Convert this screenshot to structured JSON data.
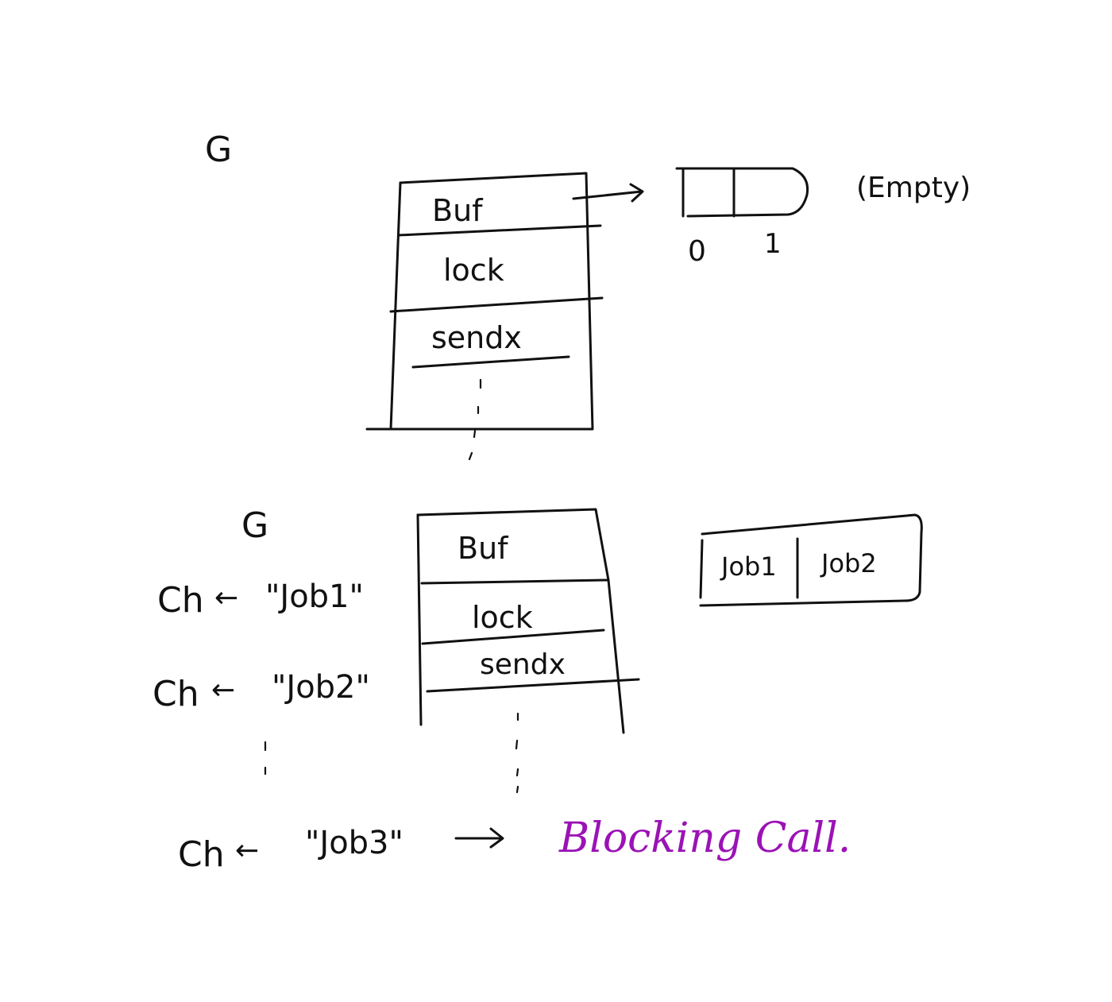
{
  "top": {
    "goroutine_label": "G",
    "struct_fields": [
      "Buf",
      "lock",
      "sendx"
    ],
    "buffer_indices": [
      "0",
      "1"
    ],
    "buffer_note": "(Empty)"
  },
  "bottom": {
    "goroutine_label": "G",
    "struct_fields": [
      "Buf",
      "lock",
      "sendx"
    ],
    "buffer_slots": [
      "Job1",
      "Job2"
    ],
    "sends": [
      {
        "chan": "Ch",
        "arrow": "←",
        "value": "\"Job1\""
      },
      {
        "chan": "Ch",
        "arrow": "←",
        "value": "\"Job2\""
      },
      {
        "chan": "Ch",
        "arrow": "←",
        "value": "\"Job3\""
      }
    ],
    "result": "Blocking Call.",
    "colors": {
      "ink": "#111111",
      "blocking": "#9b12b6"
    }
  }
}
